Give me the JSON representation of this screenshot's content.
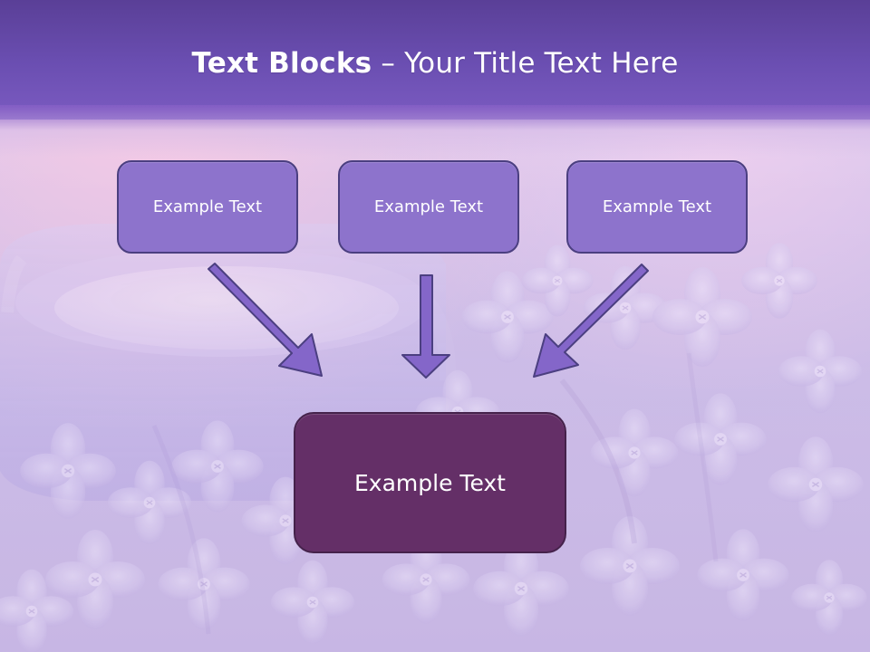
{
  "slide": {
    "title_bold": "Text Blocks",
    "title_separator": " – ",
    "title_rest": "Your Title Text Here"
  },
  "blocks": {
    "left": "Example Text",
    "center": "Example Text",
    "right": "Example Text",
    "bottom": "Example Text"
  },
  "colors": {
    "header_band": "#6a4eb1",
    "top_boxes": "#8d73cc",
    "bottom_box": "#642f67",
    "connector_fill": "#8466c9",
    "connector_stroke": "#4b3f80"
  },
  "icons": {
    "connector_left": "diagonal-arrow-down-right-icon",
    "connector_center": "down-arrow-icon",
    "connector_right": "diagonal-arrow-down-left-icon"
  }
}
